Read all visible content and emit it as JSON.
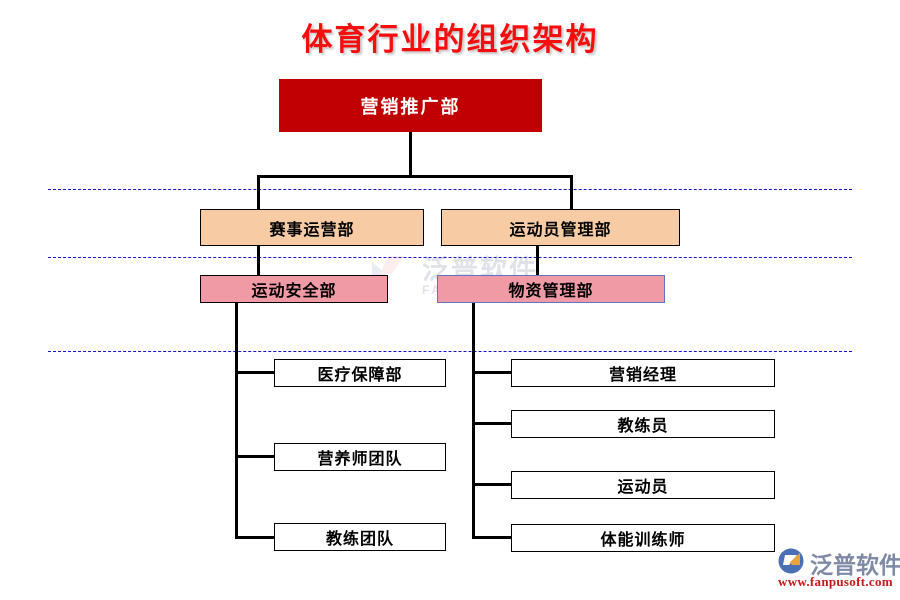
{
  "title": "体育行业的组织架构",
  "colors": {
    "title_red": "#f60d0d",
    "root_fill": "#c00000",
    "level2_fill": "#f7cba4",
    "level3_fill": "#f09aa6",
    "level3_blue_border": "#5f74c4",
    "leaf_fill": "#ffffff",
    "divider_blue": "#1414c8",
    "logo_url_red": "#c81818"
  },
  "nodes": {
    "root": {
      "label": "营销推广部"
    },
    "level2": [
      {
        "label": "赛事运营部"
      },
      {
        "label": "运动员管理部"
      }
    ],
    "level3": [
      {
        "label": "运动安全部"
      },
      {
        "label": "物资管理部"
      }
    ],
    "left_leaves": [
      {
        "label": "医疗保障部"
      },
      {
        "label": "营养师团队"
      },
      {
        "label": "教练团队"
      }
    ],
    "right_leaves": [
      {
        "label": "营销经理"
      },
      {
        "label": "教练员"
      },
      {
        "label": "运动员"
      },
      {
        "label": "体能训练师"
      }
    ]
  },
  "watermark": {
    "text": "泛普软件",
    "subtext": "FANPU SOFTWARE"
  },
  "logo": {
    "text": "泛普软件",
    "url": "www.fanpusoft.com"
  }
}
